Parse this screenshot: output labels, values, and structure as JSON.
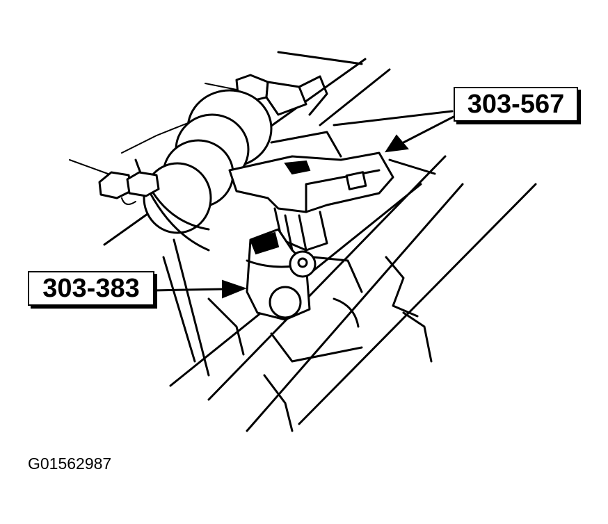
{
  "callouts": {
    "tool_upper": "303-567",
    "tool_lower": "303-383"
  },
  "figure_id": "G01562987",
  "colors": {
    "ink": "#000000",
    "paper": "#ffffff"
  }
}
